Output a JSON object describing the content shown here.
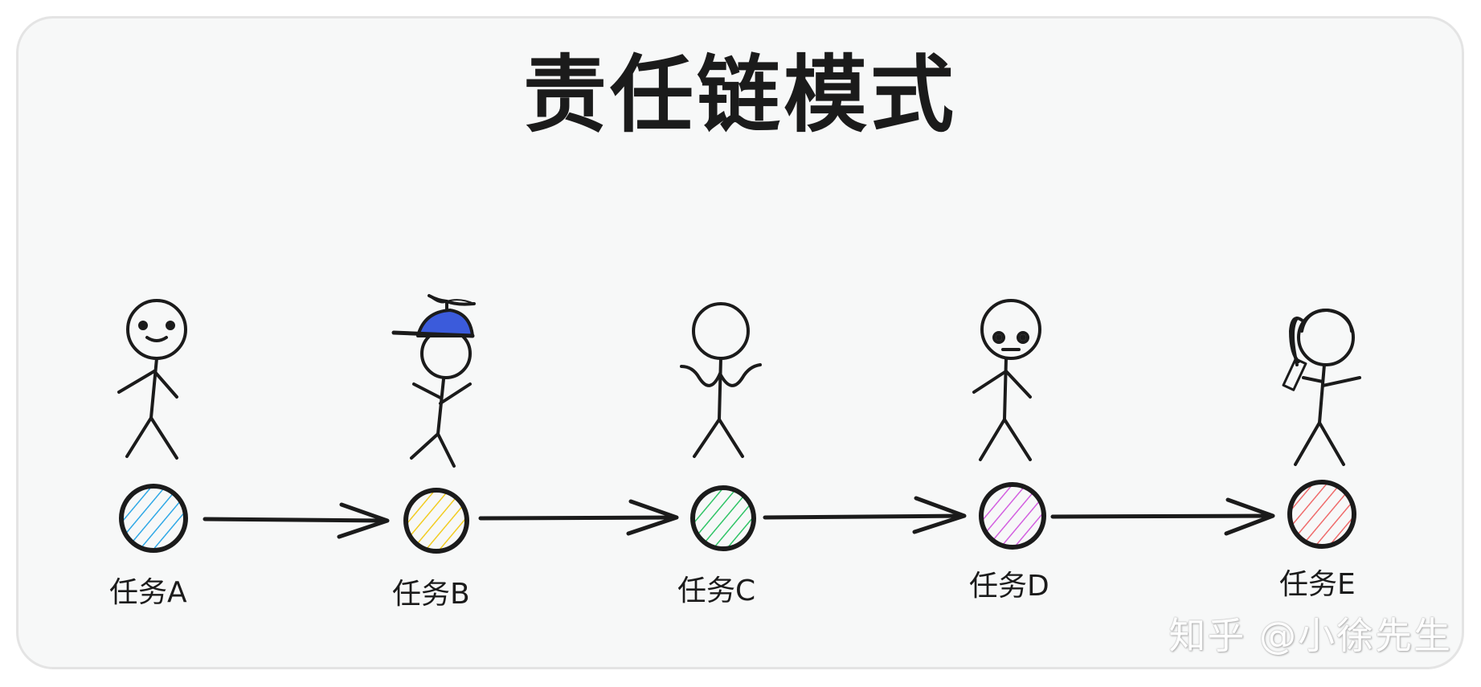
{
  "title": "责任链模式",
  "watermark": "知乎 @小徐先生",
  "colors": {
    "ink": "#1b1b1b",
    "card_bg": "#f7f8f8",
    "card_border": "#e4e4e4",
    "cap_blue": "#3b5bdb"
  },
  "tasks": [
    {
      "label": "任务A",
      "color": "#2fa8e6",
      "figure": "smiling-stick-figure-icon"
    },
    {
      "label": "任务B",
      "color": "#f2cc21",
      "figure": "propeller-cap-stick-figure-icon"
    },
    {
      "label": "任务C",
      "color": "#2fc466",
      "figure": "shrugging-stick-figure-icon"
    },
    {
      "label": "任务D",
      "color": "#d35fe0",
      "figure": "worried-stick-figure-icon"
    },
    {
      "label": "任务E",
      "color": "#ef6b6b",
      "figure": "phone-ponytail-stick-figure-icon"
    }
  ]
}
